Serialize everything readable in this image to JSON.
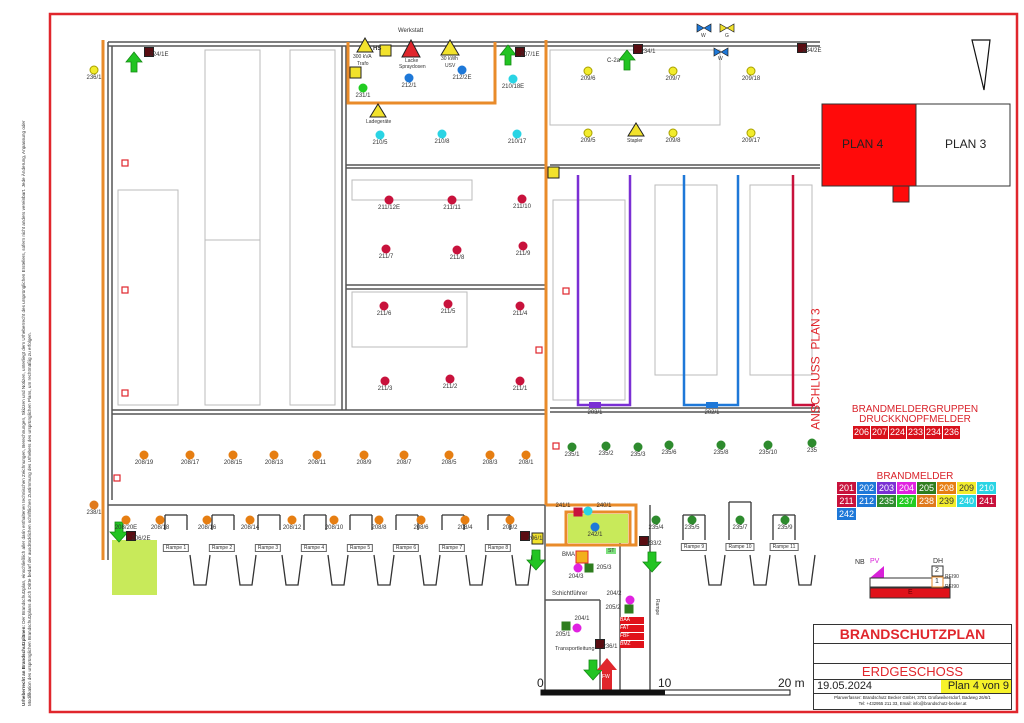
{
  "copyright": {
    "heading": "Urheberrecht an Brandschutzplänen:",
    "text": "Der Brandschutzplan, einschließlich aller darin enthaltenen technischen Zeichnungen, Berechnungen, Skizzen und Notizen, unterliegt dem Urheberrecht des ursprünglichen Erstellers, sofern nicht anders vereinbart. Jede Änderung, Anpassung oder Modifikation des ursprünglichen Brandschutzplans durch Dritte bedarf der ausdrücklichen schriftlichen Zustimmung des Urhebers des ursprünglichen Plans, um rechtmäßig zu erfolgen."
  },
  "rooms": {
    "werkstatt": "Werkstatt",
    "hs": "HS",
    "trafo_kva": "300 kVA",
    "trafo": "Trafo",
    "lacke": "Lacke",
    "spraydosen": "Spraydosen",
    "usv_kwh": "30 kWh",
    "usv": "USV",
    "ladegeraete": "Ladegeräte",
    "stapler": "Stapler",
    "schichtfuehrer": "Schichtführer",
    "transportleitung": "Transportleitung",
    "bma": "BMA",
    "rampe": "Rampe",
    "st": "ST",
    "fw": "FW",
    "water_w1": "W",
    "water_w2": "W",
    "gas_g": "G",
    "c2a": "C-2a"
  },
  "panels": [
    "BAA",
    "FAT",
    "FBF",
    "BMZ"
  ],
  "ramps": [
    "Rampe 1",
    "Rampe 2",
    "Rampe 3",
    "Rampe 4",
    "Rampe 5",
    "Rampe 6",
    "Rampe 7",
    "Rampe 8",
    "Rampe 9",
    "Rampe 10",
    "Rampe 11"
  ],
  "anschluss": "ANSCHLUSS  PLAN 3",
  "overview": {
    "plan4": "PLAN 4",
    "plan3": "PLAN 3"
  },
  "groups_legend": {
    "title1": "BRANDMELDERGRUPPEN",
    "title2": "DRUCKKNOPFMELDER",
    "items": [
      "206",
      "207",
      "224",
      "233",
      "234",
      "236"
    ]
  },
  "detector_legend": {
    "title": "BRANDMELDER",
    "items": [
      {
        "id": "201",
        "color": "#c8123c"
      },
      {
        "id": "202",
        "color": "#1e78d8"
      },
      {
        "id": "203",
        "color": "#7a2fd4"
      },
      {
        "id": "204",
        "color": "#e022e0"
      },
      {
        "id": "205",
        "color": "#2e7d1e"
      },
      {
        "id": "208",
        "color": "#e67e12"
      },
      {
        "id": "209",
        "color": "#f2ec2c"
      },
      {
        "id": "210",
        "color": "#2ad4e4"
      },
      {
        "id": "211",
        "color": "#c8123c"
      },
      {
        "id": "212",
        "color": "#1e78d8"
      },
      {
        "id": "235",
        "color": "#2e8b2e"
      },
      {
        "id": "237",
        "color": "#22cc22"
      },
      {
        "id": "238",
        "color": "#e07a1c"
      },
      {
        "id": "239",
        "color": "#f2ec2c"
      },
      {
        "id": "240",
        "color": "#2ad4e4"
      },
      {
        "id": "241",
        "color": "#c8123c"
      },
      {
        "id": "242",
        "color": "#1e78d8"
      }
    ]
  },
  "section_legend": {
    "nb": "NB",
    "pv": "PV",
    "dh": "DH",
    "floor2": "2",
    "floor1": "1",
    "rei_2": "REI90",
    "rei_1": "REI90",
    "e": "E"
  },
  "scale": {
    "zero": "0",
    "ten": "10",
    "twenty": "20 m"
  },
  "title_block": {
    "title": "BRANDSCHUTZPLAN",
    "floor": "ERDGESCHOSS",
    "date": "19.05.2024",
    "plan": "Plan 4 von 9",
    "author": "Planverfasser: Brandschutz Becker GmbH, 3701 Großweikersdorf, Badweg 26/6/1",
    "contact": "Tel: +432955 211 33, Email: info@brandschutz-becker.at"
  },
  "detectors": [
    {
      "id": "236/1",
      "group": "209",
      "kind": "dot"
    },
    {
      "id": "224/1E",
      "group": "224",
      "kind": "sq"
    },
    {
      "id": "231/1",
      "group": "237",
      "kind": "dot"
    },
    {
      "id": "212/1",
      "group": "212",
      "kind": "dot"
    },
    {
      "id": "212/2E",
      "group": "212",
      "kind": "dot"
    },
    {
      "id": "207/1E",
      "group": "207",
      "kind": "sq"
    },
    {
      "id": "210/18E",
      "group": "210",
      "kind": "dot"
    },
    {
      "id": "210/5",
      "group": "210",
      "kind": "dot"
    },
    {
      "id": "210/8",
      "group": "210",
      "kind": "dot"
    },
    {
      "id": "210/17",
      "group": "210",
      "kind": "dot"
    },
    {
      "id": "234/1",
      "group": "234",
      "kind": "sq"
    },
    {
      "id": "209/6",
      "group": "209",
      "kind": "dot"
    },
    {
      "id": "209/7",
      "group": "209",
      "kind": "dot"
    },
    {
      "id": "209/18",
      "group": "209",
      "kind": "dot"
    },
    {
      "id": "209/5",
      "group": "209",
      "kind": "dot"
    },
    {
      "id": "209/8",
      "group": "209",
      "kind": "dot"
    },
    {
      "id": "209/17",
      "group": "209",
      "kind": "dot"
    },
    {
      "id": "234/2E",
      "group": "234",
      "kind": "sq"
    },
    {
      "id": "211/12E",
      "group": "211",
      "kind": "dot"
    },
    {
      "id": "211/11",
      "group": "211",
      "kind": "dot"
    },
    {
      "id": "211/10",
      "group": "211",
      "kind": "dot"
    },
    {
      "id": "211/7",
      "group": "211",
      "kind": "dot"
    },
    {
      "id": "211/8",
      "group": "211",
      "kind": "dot"
    },
    {
      "id": "211/9",
      "group": "211",
      "kind": "dot"
    },
    {
      "id": "211/6",
      "group": "211",
      "kind": "dot"
    },
    {
      "id": "211/5",
      "group": "211",
      "kind": "dot"
    },
    {
      "id": "211/4",
      "group": "211",
      "kind": "dot"
    },
    {
      "id": "211/3",
      "group": "211",
      "kind": "dot"
    },
    {
      "id": "211/2",
      "group": "211",
      "kind": "dot"
    },
    {
      "id": "211/1",
      "group": "211",
      "kind": "dot"
    },
    {
      "id": "208/19",
      "group": "208",
      "kind": "dot"
    },
    {
      "id": "208/17",
      "group": "208",
      "kind": "dot"
    },
    {
      "id": "208/15",
      "group": "208",
      "kind": "dot"
    },
    {
      "id": "208/13",
      "group": "208",
      "kind": "dot"
    },
    {
      "id": "208/11",
      "group": "208",
      "kind": "dot"
    },
    {
      "id": "208/9",
      "group": "208",
      "kind": "dot"
    },
    {
      "id": "208/7",
      "group": "208",
      "kind": "dot"
    },
    {
      "id": "208/5",
      "group": "208",
      "kind": "dot"
    },
    {
      "id": "208/3",
      "group": "208",
      "kind": "dot"
    },
    {
      "id": "208/1",
      "group": "208",
      "kind": "dot"
    },
    {
      "id": "238/1",
      "group": "238",
      "kind": "dot"
    },
    {
      "id": "208/20E",
      "group": "208",
      "kind": "dot"
    },
    {
      "id": "208/18",
      "group": "208",
      "kind": "dot"
    },
    {
      "id": "208/16",
      "group": "208",
      "kind": "dot"
    },
    {
      "id": "208/14",
      "group": "208",
      "kind": "dot"
    },
    {
      "id": "208/12",
      "group": "208",
      "kind": "dot"
    },
    {
      "id": "208/10",
      "group": "208",
      "kind": "dot"
    },
    {
      "id": "208/8",
      "group": "208",
      "kind": "dot"
    },
    {
      "id": "208/6",
      "group": "208",
      "kind": "dot"
    },
    {
      "id": "208/4",
      "group": "208",
      "kind": "dot"
    },
    {
      "id": "208/2",
      "group": "208",
      "kind": "dot"
    },
    {
      "id": "206/2E",
      "group": "206",
      "kind": "sq"
    },
    {
      "id": "206/1",
      "group": "206",
      "kind": "sq"
    },
    {
      "id": "235/1",
      "group": "235",
      "kind": "dot"
    },
    {
      "id": "235/2",
      "group": "235",
      "kind": "dot"
    },
    {
      "id": "235/3",
      "group": "235",
      "kind": "dot"
    },
    {
      "id": "235/6",
      "group": "235",
      "kind": "dot"
    },
    {
      "id": "235/8",
      "group": "235",
      "kind": "dot"
    },
    {
      "id": "235/10",
      "group": "235",
      "kind": "dot"
    },
    {
      "id": "235",
      "group": "235",
      "kind": "dot"
    },
    {
      "id": "235/4",
      "group": "235",
      "kind": "dot"
    },
    {
      "id": "235/5",
      "group": "235",
      "kind": "dot"
    },
    {
      "id": "235/7",
      "group": "235",
      "kind": "dot"
    },
    {
      "id": "235/9",
      "group": "235",
      "kind": "dot"
    },
    {
      "id": "241/1",
      "group": "241",
      "kind": "gsq"
    },
    {
      "id": "240/1",
      "group": "240",
      "kind": "dot"
    },
    {
      "id": "242/1",
      "group": "242",
      "kind": "dot"
    },
    {
      "id": "233/2",
      "group": "233",
      "kind": "sq"
    },
    {
      "id": "204/3",
      "group": "204",
      "kind": "dot"
    },
    {
      "id": "205/3",
      "group": "205",
      "kind": "gsq"
    },
    {
      "id": "204/2",
      "group": "204",
      "kind": "dot"
    },
    {
      "id": "205/2",
      "group": "205",
      "kind": "gsq"
    },
    {
      "id": "204/1",
      "group": "204",
      "kind": "dot"
    },
    {
      "id": "205/1",
      "group": "205",
      "kind": "gsq"
    },
    {
      "id": "236/1",
      "group": "236",
      "kind": "sq"
    },
    {
      "id": "203/1",
      "group": "203",
      "kind": "rect"
    },
    {
      "id": "202/1",
      "group": "202",
      "kind": "rect"
    }
  ]
}
